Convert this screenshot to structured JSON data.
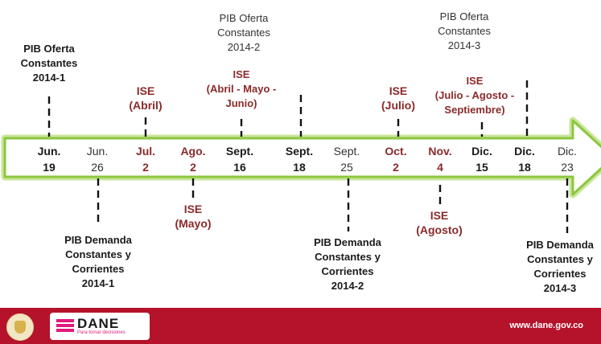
{
  "timeline": {
    "dates": [
      {
        "month": "Jun.",
        "day": "19",
        "style": "bold-black"
      },
      {
        "month": "Jun.",
        "day": "26",
        "style": "normal"
      },
      {
        "month": "Jul.",
        "day": "2",
        "style": "bold-red"
      },
      {
        "month": "Ago.",
        "day": "2",
        "style": "bold-red"
      },
      {
        "month": "Sept.",
        "day": "16",
        "style": "bold-black"
      },
      {
        "month": "Sept.",
        "day": "18",
        "style": "bold-black"
      },
      {
        "month": "Sept.",
        "day": "25",
        "style": "normal"
      },
      {
        "month": "Oct.",
        "day": "2",
        "style": "bold-red"
      },
      {
        "month": "Nov.",
        "day": "4",
        "style": "bold-red"
      },
      {
        "month": "Dic.",
        "day": "15",
        "style": "bold-black"
      },
      {
        "month": "Dic.",
        "day": "18",
        "style": "bold-black"
      },
      {
        "month": "Dic.",
        "day": "23",
        "style": "normal"
      }
    ],
    "events_above": [
      {
        "lines": [
          "PIB Oferta",
          "Constantes",
          "2014-1"
        ],
        "style": "bold-black"
      },
      {
        "lines": [
          "ISE",
          "(Abril)"
        ],
        "style": "bold-red"
      },
      {
        "lines": [
          "PIB Oferta",
          "Constantes",
          "2014-2"
        ],
        "style": "normal"
      },
      {
        "lines": [
          "ISE",
          "(Abril - Mayo -",
          "Junio)"
        ],
        "style": "bold-red"
      },
      {
        "lines": [
          "ISE",
          "(Julio)"
        ],
        "style": "bold-red"
      },
      {
        "lines": [
          "PIB Oferta",
          "Constantes",
          "2014-3"
        ],
        "style": "normal"
      },
      {
        "lines": [
          "ISE",
          "(Julio - Agosto -",
          "Septiembre)"
        ],
        "style": "bold-red"
      }
    ],
    "events_below": [
      {
        "lines": [
          "PIB Demanda",
          "Constantes y",
          "Corrientes",
          "2014-1"
        ],
        "style": "bold-black"
      },
      {
        "lines": [
          "ISE",
          "(Mayo)"
        ],
        "style": "bold-red"
      },
      {
        "lines": [
          "PIB Demanda",
          "Constantes y",
          "Corrientes",
          "2014-2"
        ],
        "style": "bold-black"
      },
      {
        "lines": [
          "ISE",
          "(Agosto)"
        ],
        "style": "bold-red"
      },
      {
        "lines": [
          "PIB Demanda",
          "Constantes y",
          "Corrientes",
          "2014-3"
        ],
        "style": "bold-black"
      }
    ]
  },
  "footer": {
    "logo_text": "DANE",
    "logo_tagline": "Para tomar decisiones",
    "url": "www.dane.gov.co"
  },
  "colors": {
    "arrow_fill": "#ffffff",
    "arrow_border": "#8cc63f",
    "arrow_glow": "#c9e79a",
    "red_text": "#8b2a2a",
    "footer_band": "#b5122b",
    "logo_accent": "#e0197d"
  }
}
